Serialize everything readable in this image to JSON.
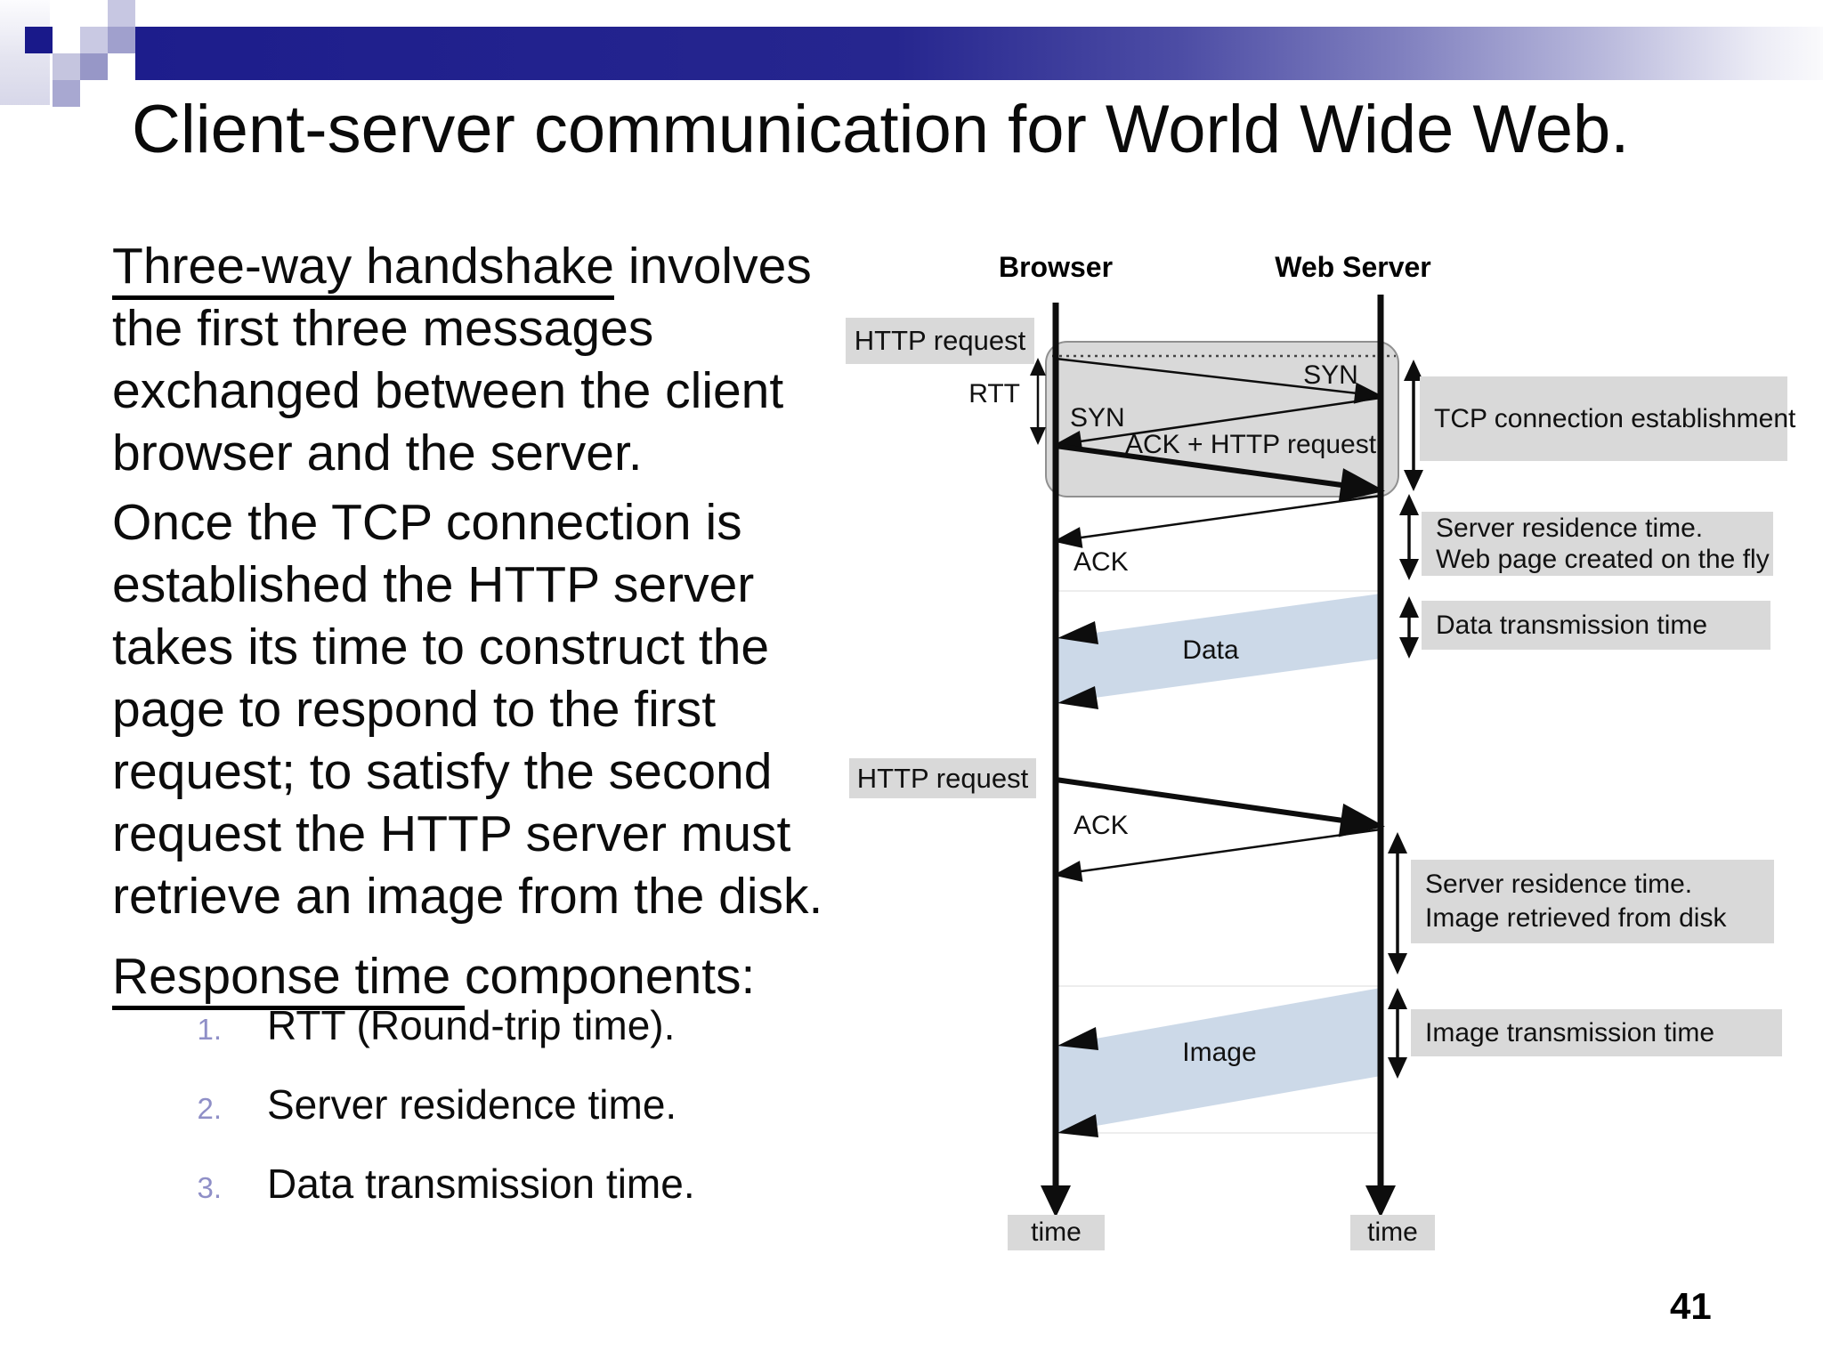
{
  "slide": {
    "title": "Client-server communication for World Wide Web.",
    "page_number": "41"
  },
  "body": {
    "p1_underline": "Three-way handshake",
    "p1_rest": " involves\nthe first three messages\nexchanged between the client\nbrowser and the server.",
    "p2": "Once the TCP connection is\nestablished the HTTP server\ntakes its time to construct the\npage to respond to the first\nrequest; to satisfy the second\nrequest the HTTP server must\nretrieve an image from the disk.",
    "p3_underline": "Response time ",
    "p3_rest": "components:",
    "list": [
      {
        "num": "1.",
        "text": "RTT (Round-trip time)."
      },
      {
        "num": "2.",
        "text": "Server residence time."
      },
      {
        "num": "3.",
        "text": "Data transmission time."
      }
    ]
  },
  "diagram": {
    "browser": "Browser",
    "web_server": "Web Server",
    "http_request_1": "HTTP request",
    "rtt": "RTT",
    "syn_top": "SYN",
    "syn_bottom": "SYN",
    "ack_http_request": "ACK + HTTP request",
    "ack_1": "ACK",
    "data": "Data",
    "http_request_2": "HTTP request",
    "ack_2": "ACK",
    "image": "Image",
    "time_browser": "time",
    "time_server": "time",
    "annotations": {
      "tcp": "TCP connection establishment",
      "sr1_line1": "Server residence time.",
      "sr1_line2": "Web page created on the fly",
      "data_transmission": "Data transmission time",
      "sr2_line1": "Server residence time.",
      "sr2_line2": "Image retrieved from disk",
      "image_transmission": "Image transmission time"
    }
  },
  "colors": {
    "accent_navy": "#1d1d8c",
    "label_gray": "#d9d9d9",
    "band_blue": "#ccd9e8",
    "list_number": "#8f8fc7"
  }
}
